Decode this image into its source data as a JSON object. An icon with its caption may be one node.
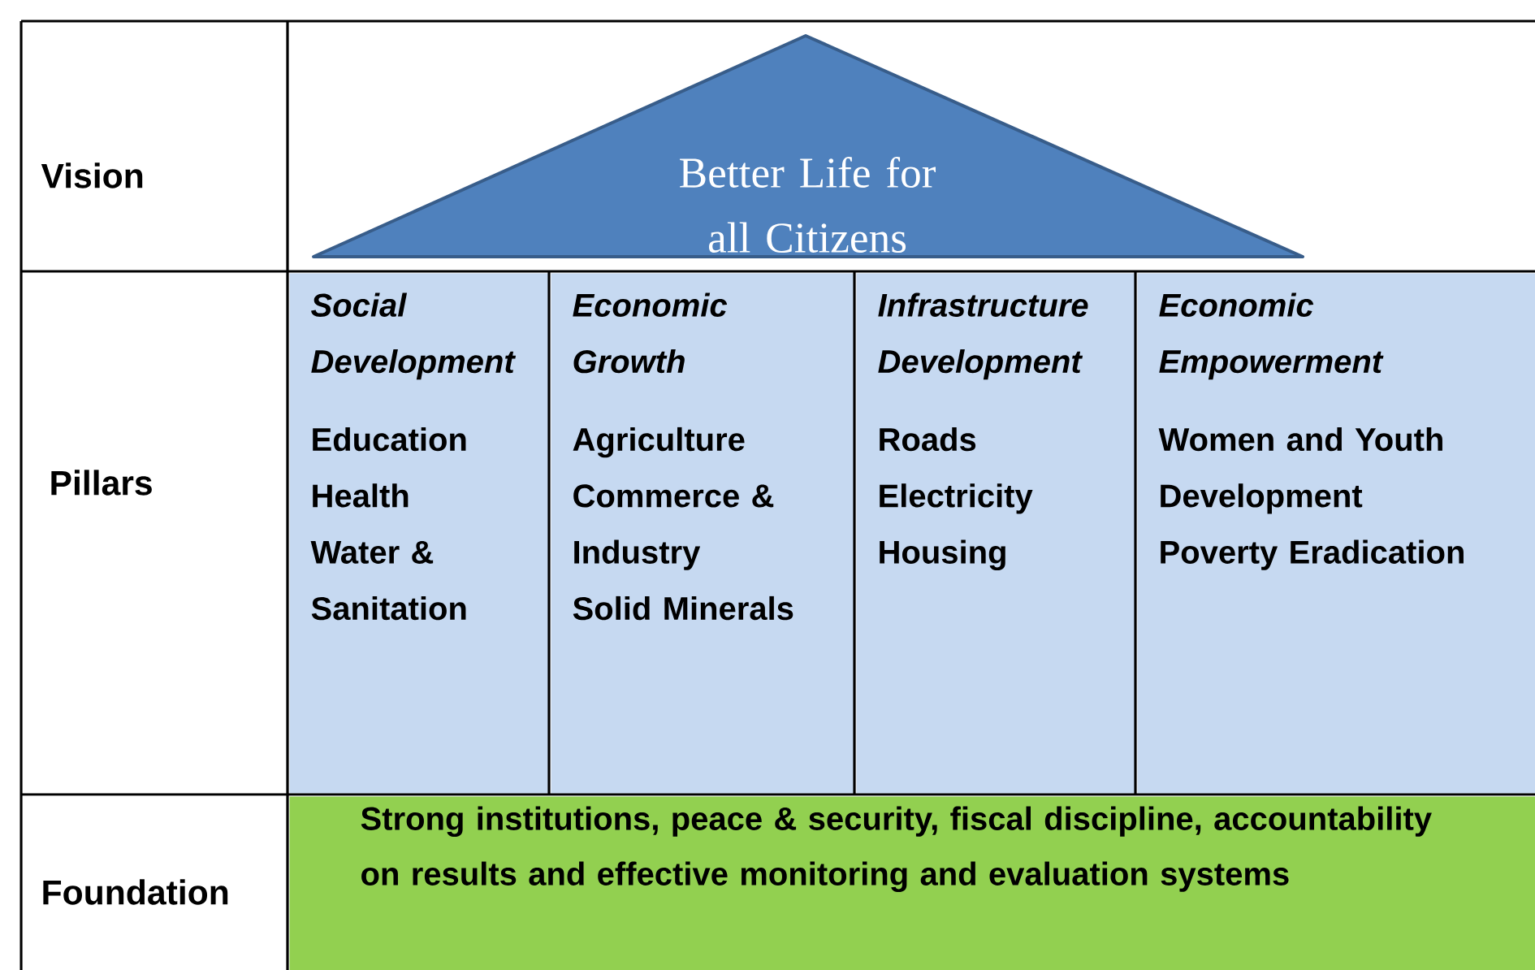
{
  "diagram": {
    "nodes": [
      {
        "text": [
          "Better Life for all Citizens"
        ]
      },
      {
        "text": [
          "Social Development",
          "Education",
          "Health",
          "Water & Sanitation"
        ]
      },
      {
        "text": [
          "Economic Growth",
          "Agriculture",
          "Commerce & Industry",
          "Solid Minerals"
        ]
      },
      {
        "text": [
          "Infrastructure Development",
          "Roads",
          "Electricity",
          "Housing"
        ]
      },
      {
        "text": [
          "Economic Empowerment",
          "Women and Youth Development",
          "Poverty Eradication"
        ]
      },
      {
        "text": [
          "Strong institutions, peace & security, fiscal discipline, accountability on results and effective monitoring and evaluation systems"
        ]
      }
    ],
    "labels": [
      "Vision",
      "Pillars",
      "Foundation"
    ]
  }
}
